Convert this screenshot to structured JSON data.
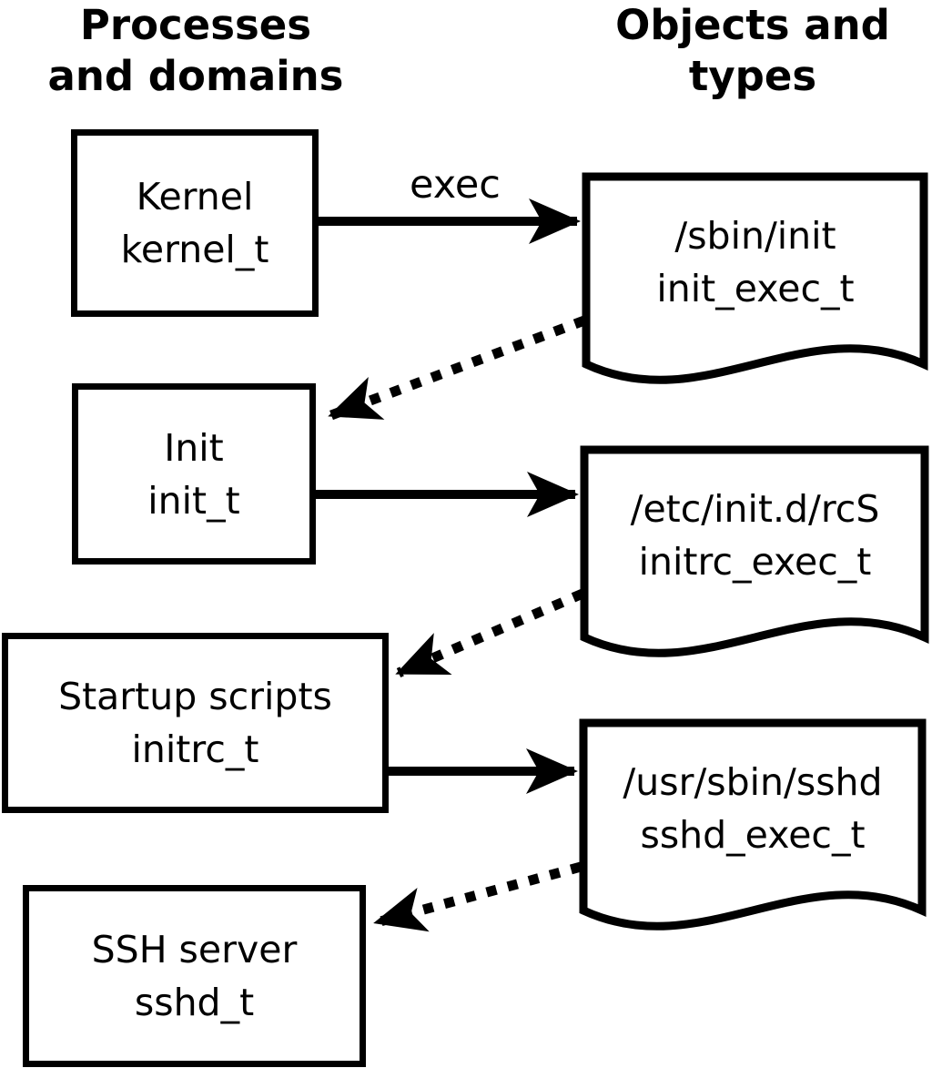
{
  "headers": {
    "left": {
      "line1": "Processes",
      "line2": "and domains"
    },
    "right": {
      "line1": "Objects and",
      "line2": "types"
    }
  },
  "arrow_label": "exec",
  "process_nodes": [
    {
      "label": "Kernel",
      "type": "kernel_t"
    },
    {
      "label": "Init",
      "type": "init_t"
    },
    {
      "label": "Startup scripts",
      "type": "initrc_t"
    },
    {
      "label": "SSH server",
      "type": "sshd_t"
    }
  ],
  "object_nodes": [
    {
      "label": "/sbin/init",
      "type": "init_exec_t"
    },
    {
      "label": "/etc/init.d/rcS",
      "type": "initrc_exec_t"
    },
    {
      "label": "/usr/sbin/sshd",
      "type": "sshd_exec_t"
    }
  ],
  "edges": [
    {
      "from": "kernel_t",
      "to": "init_exec_t",
      "style": "solid",
      "label": "exec"
    },
    {
      "from": "init_exec_t",
      "to": "init_t",
      "style": "dotted",
      "label": ""
    },
    {
      "from": "init_t",
      "to": "initrc_exec_t",
      "style": "solid",
      "label": ""
    },
    {
      "from": "initrc_exec_t",
      "to": "initrc_t",
      "style": "dotted",
      "label": ""
    },
    {
      "from": "initrc_t",
      "to": "sshd_exec_t",
      "style": "solid",
      "label": ""
    },
    {
      "from": "sshd_exec_t",
      "to": "sshd_t",
      "style": "dotted",
      "label": ""
    }
  ],
  "colors": {
    "foreground": "#000000",
    "background": "#ffffff"
  }
}
